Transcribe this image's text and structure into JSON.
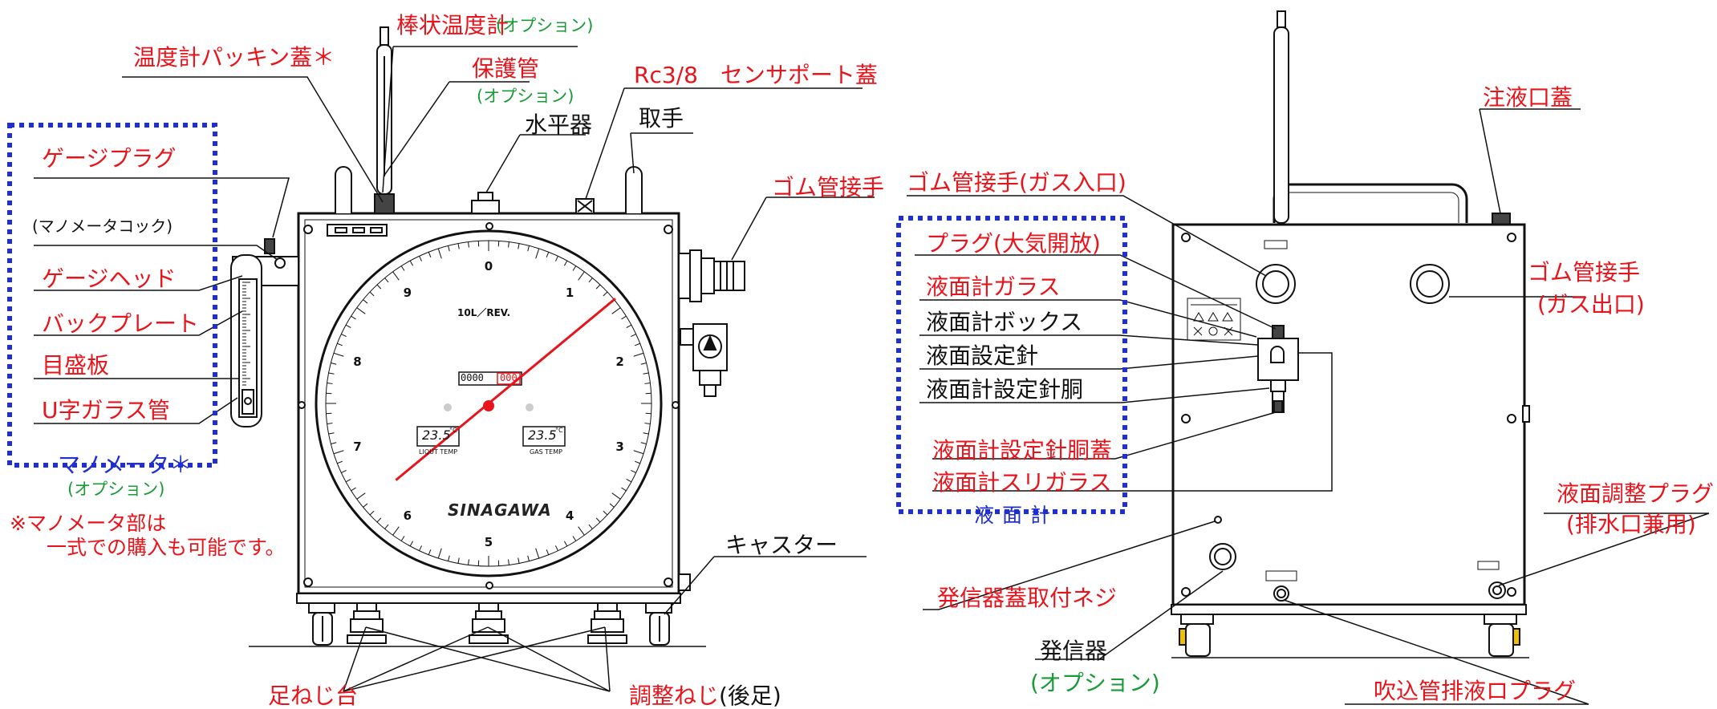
{
  "colors": {
    "label": "#e8141b",
    "text": "#111111",
    "option": "#1a9b38",
    "group": "#1f2fd0",
    "needle": "#e8141b"
  },
  "left": {
    "bar_thermometer": "棒状温度計",
    "bar_thermometer_opt": "(オプション)",
    "thermo_packing_cap": "温度計パッキン蓋＊",
    "protect_tube": "保護管",
    "protect_tube_opt": "(オプション)",
    "rc38_cap": "Rc3/8　センサポート蓋",
    "level": "水平器",
    "handle": "取手",
    "rubber_joint": "ゴム管接手",
    "gauge_plug": "ゲージプラグ",
    "mano_cock": "(マノメータコック)",
    "gauge_head": "ゲージヘッド",
    "back_plate": "バックプレート",
    "scale_plate": "目盛板",
    "u_tube": "U字ガラス管",
    "manometer": "マノメータ＊",
    "manometer_opt": "(オプション)",
    "note_line1": "※マノメータ部は",
    "note_line2": "一式での購入も可能です。",
    "caster": "キャスター",
    "foot_base": "足ねじ台",
    "adjust_screw": "調整ねじ",
    "adjust_screw_note": "(後足)"
  },
  "dial": {
    "numbers": [
      "0",
      "1",
      "2",
      "3",
      "4",
      "5",
      "6",
      "7",
      "8",
      "9"
    ],
    "rate": "10L／REV.",
    "counter": "0000",
    "counter_red": "000",
    "liquid_temp_value": "23.5",
    "liquid_temp_unit": "°C",
    "liquid_temp_label": "LIQUT TEMP",
    "gas_temp_value": "23.5",
    "gas_temp_unit": "°C",
    "gas_temp_label": "GAS TEMP",
    "brand": "SINAGAWA",
    "needle_value": 1.4
  },
  "right": {
    "fill_cap": "注液口蓋",
    "gas_inlet": "ゴム管接手(ガス入口)",
    "gas_outlet": "ゴム管接手",
    "gas_outlet_sub": "(ガス出口)",
    "plug_open": "プラグ(大気開放)",
    "gauge_glass": "液面計ガラス",
    "gauge_box": "液面計ボックス",
    "level_needle": "液面設定針",
    "needle_body": "液面計設定針胴",
    "needle_body_cap": "液面計設定針胴蓋",
    "frosted_glass": "液面計スリガラス",
    "level_gauge_group": "液面計",
    "level_adjust_plug": "液面調整プラグ",
    "level_adjust_plug_sub": "(排水口兼用)",
    "transmitter_screw": "発信器蓋取付ネジ",
    "transmitter": "発信器",
    "transmitter_opt": "(オプション)",
    "blowin_drain_plug": "吹込管排液ロプラグ"
  }
}
